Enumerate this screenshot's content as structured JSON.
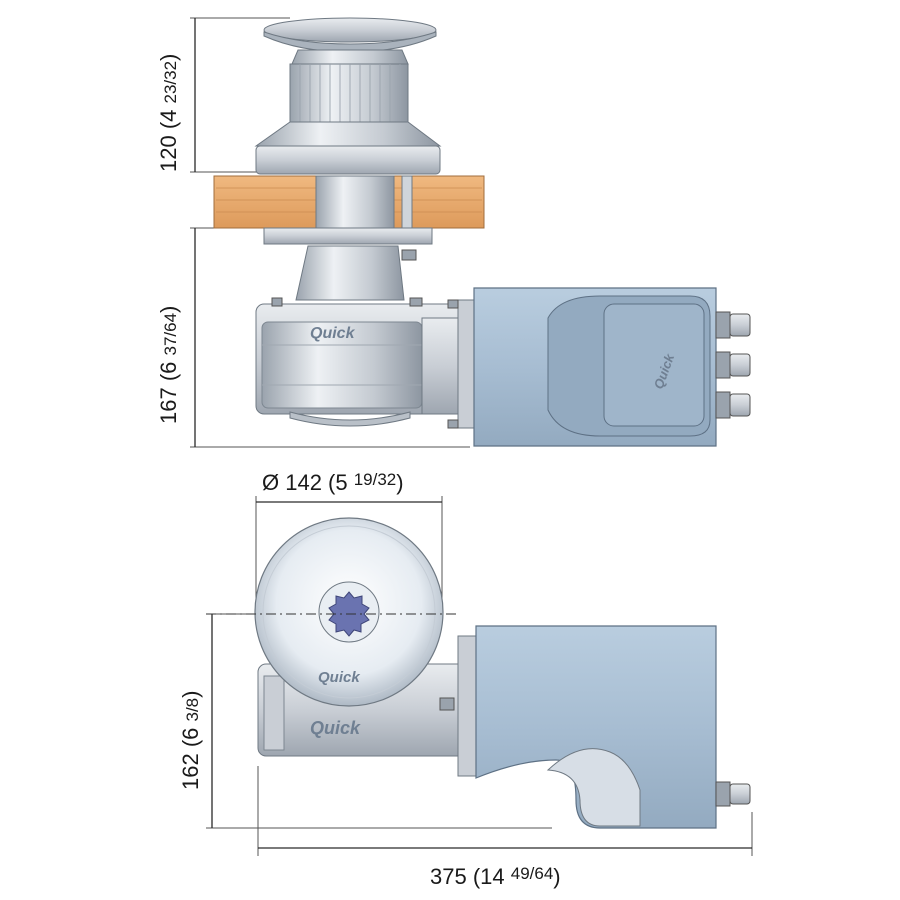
{
  "dimensions": {
    "top_height": {
      "value": "120 (4 ",
      "frac": "23/32",
      "close": ")"
    },
    "body_height": {
      "value": "167 (6 ",
      "frac": "37/64",
      "close": ")"
    },
    "diameter": {
      "value": "Ø 142 (5 ",
      "frac": "19/32",
      "close": ")"
    },
    "plan_height": {
      "value": "162 (6 ",
      "frac": "3/8",
      "close": ")"
    },
    "total_length": {
      "value": "375 (14 ",
      "frac": "49/64",
      "close": ")"
    }
  },
  "brand": {
    "logo_text": "Quick"
  },
  "colors": {
    "motor": "#a9bfd3",
    "motor_dark": "#8ea6bd",
    "metal": "#d9dde2",
    "metal_dark": "#b8bec6",
    "deck_wood": "#e6a86c",
    "outline": "#2a2a2a"
  }
}
